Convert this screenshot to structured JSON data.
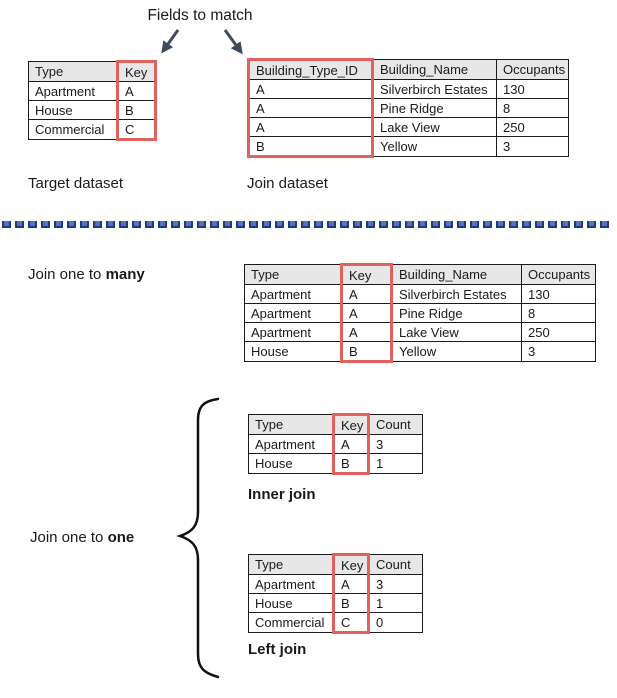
{
  "annotations": {
    "fields_to_match": "Fields to match",
    "target_dataset": "Target dataset",
    "join_dataset": "Join dataset",
    "inner_join": "Inner join",
    "left_join": "Left join"
  },
  "section_labels": {
    "one_to_many": {
      "prefix": "Join one to ",
      "bold": "many"
    },
    "one_to_one": {
      "prefix": "Join one to ",
      "bold": "one"
    }
  },
  "colors": {
    "key_highlight_red": "#e0625c",
    "arrow_navy": "#3e4a5f",
    "divider_dark_blue": "#203b74",
    "divider_light_blue": "#4f74c4",
    "table_header_gray": "#e7e7e7",
    "table_border": "#1a1a1a"
  },
  "tables": {
    "target": {
      "headers": [
        "Type",
        "Key"
      ],
      "key_col": 1,
      "rows": [
        [
          "Apartment",
          "A"
        ],
        [
          "House",
          "B"
        ],
        [
          "Commercial",
          "C"
        ]
      ]
    },
    "join": {
      "headers": [
        "Building_Type_ID",
        "Building_Name",
        "Occupants"
      ],
      "key_col": 0,
      "rows": [
        [
          "A",
          "Silverbirch Estates",
          "130"
        ],
        [
          "A",
          "Pine Ridge",
          "8"
        ],
        [
          "A",
          "Lake View",
          "250"
        ],
        [
          "B",
          "Yellow",
          "3"
        ]
      ]
    },
    "one_to_many": {
      "headers": [
        "Type",
        "Key",
        "Building_Name",
        "Occupants"
      ],
      "key_col": 1,
      "rows": [
        [
          "Apartment",
          "A",
          "Silverbirch Estates",
          "130"
        ],
        [
          "Apartment",
          "A",
          "Pine Ridge",
          "8"
        ],
        [
          "Apartment",
          "A",
          "Lake View",
          "250"
        ],
        [
          "House",
          "B",
          "Yellow",
          "3"
        ]
      ]
    },
    "inner_join": {
      "headers": [
        "Type",
        "Key",
        "Count"
      ],
      "key_col": 1,
      "rows": [
        [
          "Apartment",
          "A",
          "3"
        ],
        [
          "House",
          "B",
          "1"
        ]
      ]
    },
    "left_join": {
      "headers": [
        "Type",
        "Key",
        "Count"
      ],
      "key_col": 1,
      "rows": [
        [
          "Apartment",
          "A",
          "3"
        ],
        [
          "House",
          "B",
          "1"
        ],
        [
          "Commercial",
          "C",
          "0"
        ]
      ]
    }
  }
}
